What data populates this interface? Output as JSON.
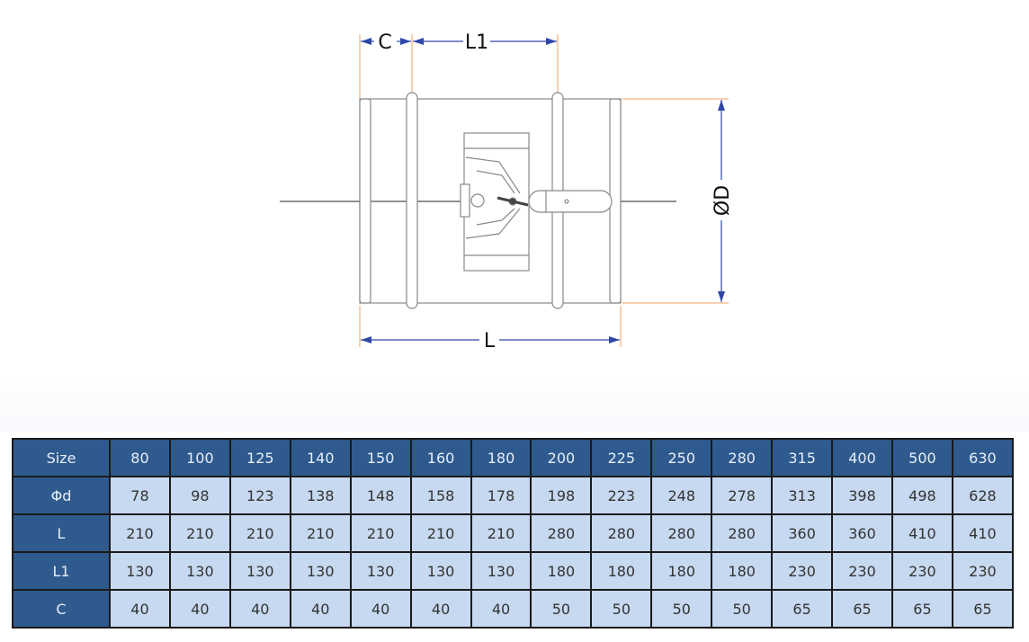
{
  "drawing": {
    "labels": {
      "c": "C",
      "l1": "L1",
      "l": "L",
      "diameter": "ØD"
    },
    "colors": {
      "dimension_line": "#3048a8",
      "extension_line": "#f0a060",
      "outline": "#888888"
    }
  },
  "table": {
    "rows": [
      {
        "label": "Size",
        "values": [
          "80",
          "100",
          "125",
          "140",
          "150",
          "160",
          "180",
          "200",
          "225",
          "250",
          "280",
          "315",
          "400",
          "500",
          "630"
        ]
      },
      {
        "label": "Φd",
        "values": [
          "78",
          "98",
          "123",
          "138",
          "148",
          "158",
          "178",
          "198",
          "223",
          "248",
          "278",
          "313",
          "398",
          "498",
          "628"
        ]
      },
      {
        "label": "L",
        "values": [
          "210",
          "210",
          "210",
          "210",
          "210",
          "210",
          "210",
          "280",
          "280",
          "280",
          "280",
          "360",
          "360",
          "410",
          "410"
        ]
      },
      {
        "label": "L1",
        "values": [
          "130",
          "130",
          "130",
          "130",
          "130",
          "130",
          "130",
          "180",
          "180",
          "180",
          "180",
          "230",
          "230",
          "230",
          "230"
        ]
      },
      {
        "label": "C",
        "values": [
          "40",
          "40",
          "40",
          "40",
          "40",
          "40",
          "40",
          "50",
          "50",
          "50",
          "50",
          "65",
          "65",
          "65",
          "65"
        ]
      }
    ],
    "colors": {
      "header": "#2e5a8e",
      "cell": "#c6d9f0"
    }
  }
}
